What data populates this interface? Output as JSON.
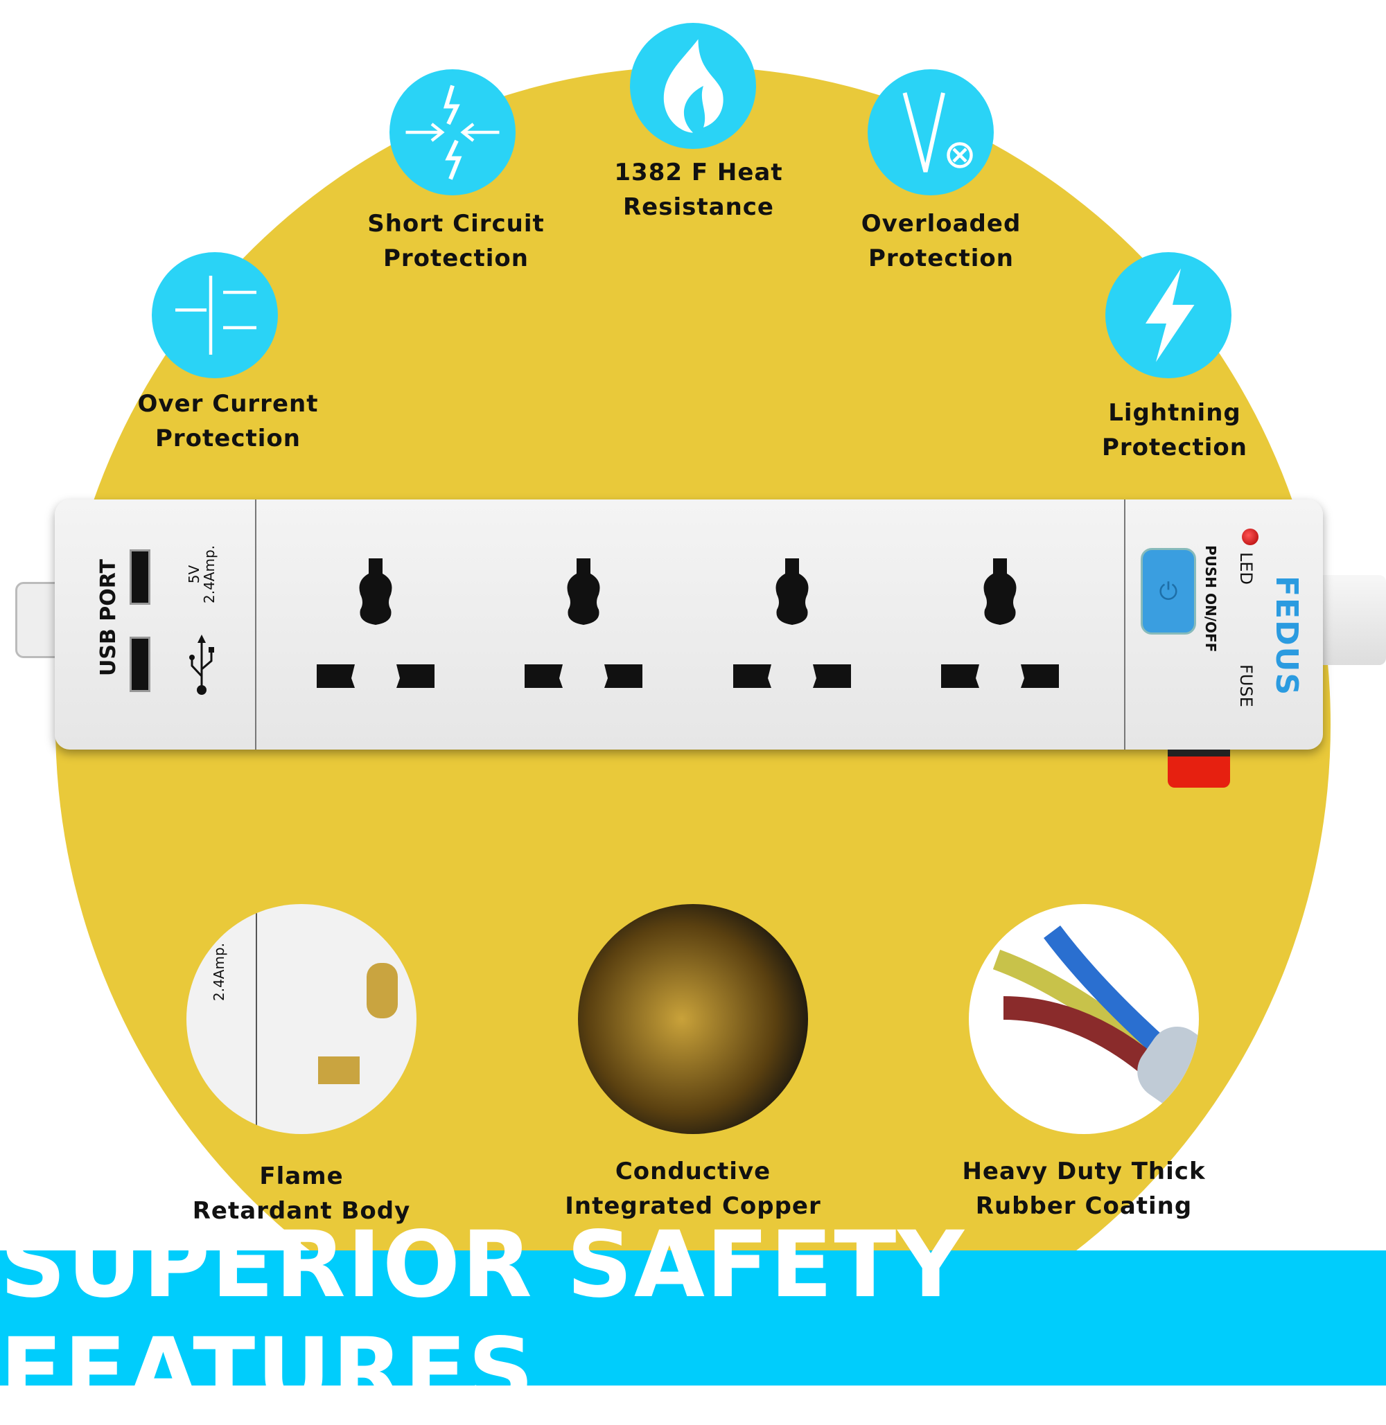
{
  "features_top": [
    {
      "icon": "capacitor-icon",
      "line1": "Over Current",
      "line2": "Protection"
    },
    {
      "icon": "short-circuit-icon",
      "line1": "Short Circuit",
      "line2": "Protection"
    },
    {
      "icon": "flame-icon",
      "line1": "1382 F Heat",
      "line2": "Resistance"
    },
    {
      "icon": "overload-icon",
      "line1": "Overloaded",
      "line2": "Protection"
    },
    {
      "icon": "lightning-icon",
      "line1": "Lightning",
      "line2": "Protection"
    }
  ],
  "strip": {
    "usb_label": "USB PORT",
    "usb_rating_v": "5V",
    "usb_rating_a": "2.4Amp.",
    "led_label": "LED",
    "switch_label": "PUSH ON/OFF",
    "fuse_label": "FUSE",
    "brand": "FEDUS",
    "socket_count": 4
  },
  "features_bottom": [
    {
      "line1": "Flame",
      "line2": "Retardant Body",
      "zoom_rating": "2.4Amp."
    },
    {
      "line1": "Conductive",
      "line2": "Integrated Copper"
    },
    {
      "line1": "Heavy Duty Thick",
      "line2": "Rubber Coating"
    }
  ],
  "banner": {
    "title": "SUPERIOR SAFETY FEATURES"
  },
  "colors": {
    "yellow": "#e9c93a",
    "cyan": "#2ad3f6",
    "banner": "#00cdfc",
    "brand": "#2b9be0"
  }
}
